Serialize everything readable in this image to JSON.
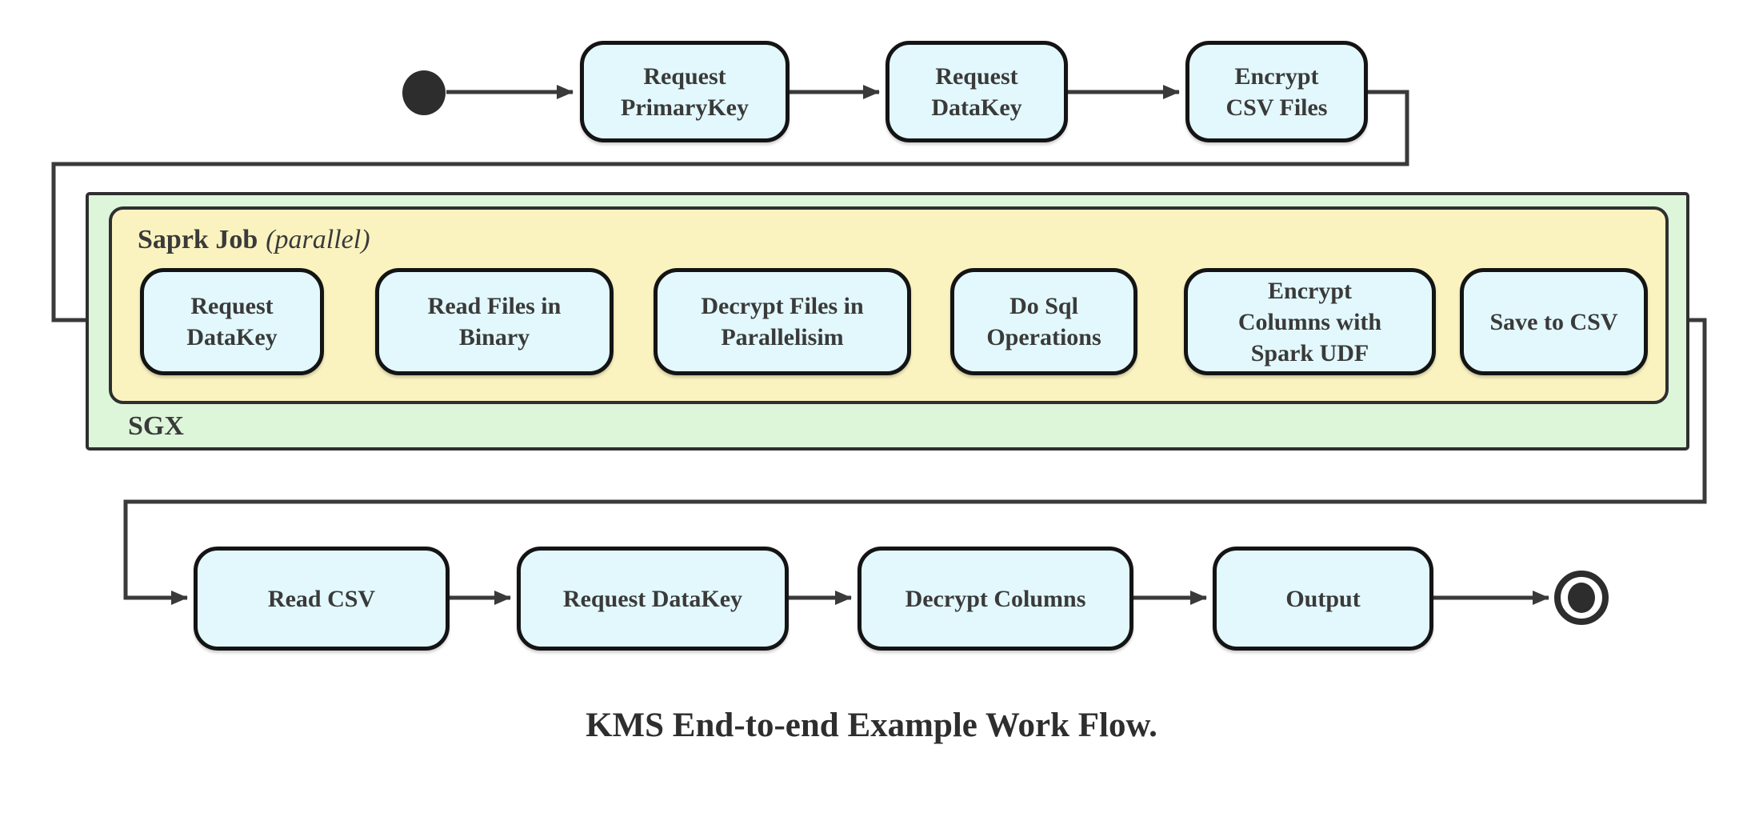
{
  "title": "KMS End-to-end Example Work Flow.",
  "colors": {
    "node_fill": "#e2f8fc",
    "node_border": "#141414",
    "spark_container_fill": "#faf3c0",
    "sgx_container_fill": "#ddf6da",
    "container_border": "#2f2f2f",
    "arrow": "#3a3a3a",
    "text": "#3a3a3a",
    "background": "#ffffff"
  },
  "top_row": {
    "nodes": [
      {
        "label": "Request\nPrimaryKey"
      },
      {
        "label": "Request\nDataKey"
      },
      {
        "label": "Encrypt\nCSV Files"
      }
    ]
  },
  "sgx": {
    "label": "SGX",
    "spark": {
      "label": "Saprk Job",
      "modifier": "(parallel)",
      "nodes": [
        {
          "label": "Request\nDataKey"
        },
        {
          "label": "Read Files in\nBinary"
        },
        {
          "label": "Decrypt Files in\nParallelisim"
        },
        {
          "label": "Do Sql\nOperations"
        },
        {
          "label": "Encrypt\nColumns with\nSpark UDF"
        },
        {
          "label": "Save to CSV"
        }
      ]
    }
  },
  "bottom_row": {
    "nodes": [
      {
        "label": "Read CSV"
      },
      {
        "label": "Request DataKey"
      },
      {
        "label": "Decrypt Columns"
      },
      {
        "label": "Output"
      }
    ]
  }
}
